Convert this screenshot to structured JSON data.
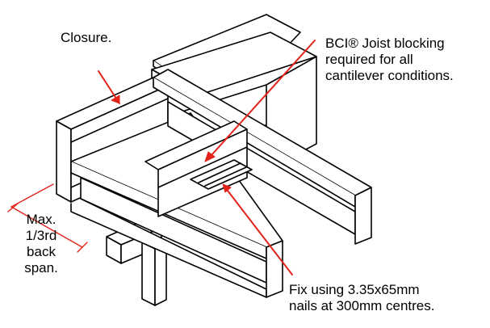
{
  "labels": {
    "closure": "Closure.",
    "bci": {
      "line1": "BCI® Joist blocking",
      "line2": "required for all",
      "line3": "cantilever conditions."
    },
    "max": {
      "line1": "Max.",
      "line2": "1/3rd",
      "line3": "back",
      "line4": "span."
    },
    "fix": {
      "line1": "Fix using 3.35x65mm",
      "line2": "nails at 300mm centres."
    }
  },
  "colors": {
    "leader": "#e2231a",
    "line": "#000000",
    "fill": "#ffffff"
  }
}
